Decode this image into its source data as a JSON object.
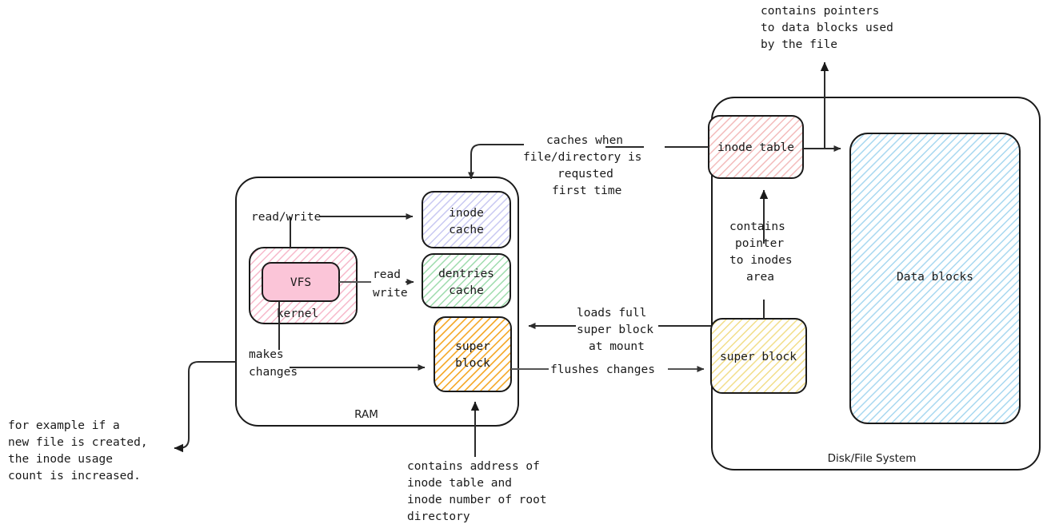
{
  "diagram": {
    "title": "Linux VFS / Disk File System relationship diagram",
    "containers": {
      "ram": {
        "label": "RAM"
      },
      "disk": {
        "label": "Disk/File System"
      }
    },
    "boxes": {
      "kernel": {
        "label": "kernel",
        "color": "#fce4ec",
        "hatch": true
      },
      "vfs": {
        "label": "VFS",
        "color": "#fbc5d8",
        "hatch": false
      },
      "inode_cache": {
        "label_line1": "inode",
        "label_line2": "cache",
        "color": "#e8e8fb",
        "hatch": true
      },
      "dentries_cache": {
        "label_line1": "dentries",
        "label_line2": "cache",
        "color": "#e3f7e7",
        "hatch": true
      },
      "ram_super_block": {
        "label_line1": "super",
        "label_line2": "block",
        "color": "#fdf0d5",
        "hatch": true
      },
      "inode_table": {
        "label": "inode table",
        "color": "#fdeeee",
        "hatch": true
      },
      "disk_super_block": {
        "label": "super block",
        "color": "#fdfae0",
        "hatch": true
      },
      "data_blocks": {
        "label": "Data blocks",
        "color": "#e5f3fc",
        "hatch": true
      }
    },
    "edge_labels": {
      "read_write": "read/write",
      "read": "read",
      "write": "write",
      "makes": "makes",
      "changes": "changes",
      "flushes_changes": "flushes changes",
      "loads_line1": "loads full",
      "loads_line2": "super block",
      "loads_line3": "at mount"
    },
    "notes": {
      "contains_pointers": {
        "line1": "contains pointers",
        "line2": "to data blocks used",
        "line3": "by the file"
      },
      "caches_when": {
        "line1": "caches when",
        "line2": "file/directory is",
        "line3": "requsted",
        "line4": "first time"
      },
      "contains_pointer_inodes": {
        "line1": "contains",
        "line2": "pointer",
        "line3": "to inodes",
        "line4": "area"
      },
      "contains_address": {
        "line1": "contains address of",
        "line2": "inode table and",
        "line3": "inode number of root",
        "line4": "directory"
      },
      "for_example": {
        "line1": "for example if a",
        "line2": "new file is created,",
        "line3": "the inode usage",
        "line4": "count is increased."
      }
    },
    "colors": {
      "stroke": "#1a1a1a",
      "connector": "#2b2b2b",
      "connector_gray": "#555555",
      "background": "#ffffff"
    }
  }
}
